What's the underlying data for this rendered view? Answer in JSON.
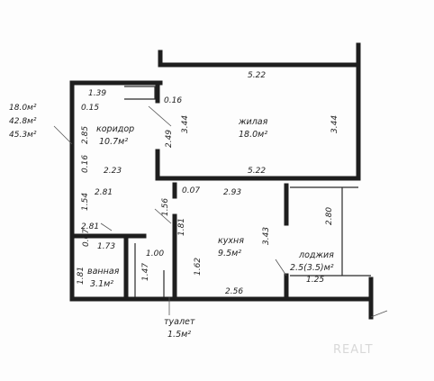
{
  "totals": {
    "living": "18.0м²",
    "total": "42.8м²",
    "total_with_loggia": "45.3м²"
  },
  "rooms": {
    "living": {
      "name": "жилая",
      "area": "18.0м²"
    },
    "corridor": {
      "name": "коридор",
      "area": "10.7м²"
    },
    "kitchen": {
      "name": "кухня",
      "area": "9.5м²"
    },
    "bathroom": {
      "name": "ванная",
      "area": "3.1м²"
    },
    "toilet": {
      "name": "туалет",
      "area": "1.5м²"
    },
    "loggia": {
      "name": "лоджия",
      "area": "2.5(3.5)м²"
    }
  },
  "dimensions": {
    "living_top": "5.22",
    "living_bottom": "5.22",
    "living_left": "3.44",
    "living_right": "3.44",
    "nook_width": "1.39",
    "nook_depth": "0.15",
    "nook_right": "0.16",
    "corridor_height": "2.85",
    "corridor_side": "2.49",
    "corridor_gap": "0.16",
    "corridor_width": "2.23",
    "corridor_width2": "2.81",
    "corridor_lower": "1.54",
    "corridor_w3": "2.81",
    "partition": "0.07",
    "partition2": "0.07",
    "pass_height": "1.56",
    "kitchen_width": "2.93",
    "kitchen_side": "3.43",
    "kitchen_bottom": "2.56",
    "loggia_len": "2.80",
    "loggia_width": "1.25",
    "bath_width": "1.73",
    "bath_left": "1.81",
    "toilet_width": "1.00",
    "toilet_h1": "1.81",
    "toilet_h2": "1.47",
    "toilet_h3": "1.62"
  },
  "watermark": "REALT"
}
